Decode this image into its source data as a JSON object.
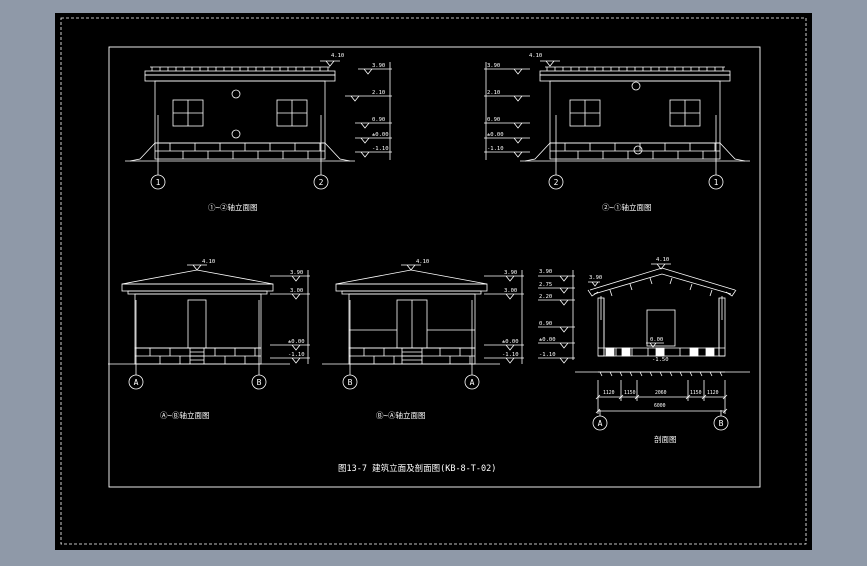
{
  "colors": {
    "background": "#8f99a8",
    "paper": "#000000",
    "line": "#ffffff"
  },
  "drawing": {
    "caption": "图13-7  建筑立面及剖面图(KB-8-T-02)",
    "views": [
      {
        "title": "①~②轴立面图",
        "grid_left": "1",
        "grid_right": "2",
        "elev_top": "4.10",
        "elevations": [
          "3.90",
          "2.10",
          "0.90",
          "±0.00",
          "-1.10"
        ]
      },
      {
        "title": "②~①轴立面图",
        "grid_left": "2",
        "grid_right": "1",
        "elev_top": "4.10",
        "elevations": [
          "3.90",
          "2.10",
          "0.90",
          "±0.00",
          "-1.10"
        ]
      },
      {
        "title": "Ⓐ~Ⓑ轴立面图",
        "grid_left": "A",
        "grid_right": "B",
        "elev_top": "4.10",
        "elevations": [
          "3.90",
          "3.00",
          "±0.00",
          "-1.10"
        ]
      },
      {
        "title": "Ⓑ~Ⓐ轴立面图",
        "grid_left": "B",
        "grid_right": "A",
        "elev_top": "4.10",
        "elevations": [
          "3.90",
          "3.00",
          "±0.00",
          "-1.10"
        ]
      },
      {
        "title": "剖面图",
        "grid_left": "A",
        "grid_right": "B",
        "elev_top": "4.10",
        "elevations": [
          "3.90",
          "2.75",
          "2.20",
          "0.90",
          "±0.00",
          "-1.10"
        ],
        "roof_mark": "3.90",
        "inner_mark": "0.00",
        "floor_mark": "-1.50",
        "dims": [
          "1120",
          "1150",
          "2060",
          "1150",
          "1120"
        ],
        "total": "6000"
      }
    ]
  }
}
